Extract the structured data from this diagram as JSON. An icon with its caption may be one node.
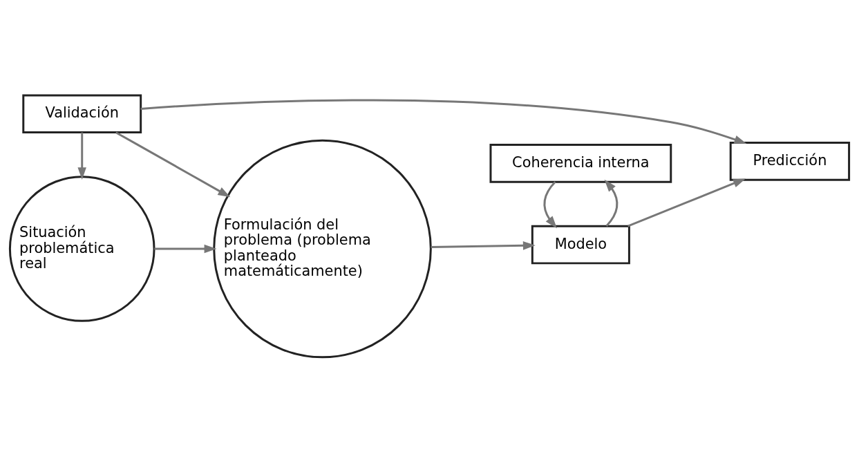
{
  "diagram": {
    "nodes": [
      {
        "text": [
          "Situación problemática real"
        ]
      },
      {
        "text": [
          "Formulación del problema (problema planteado matemáticamente)"
        ]
      },
      {
        "text": [
          "Modelo"
        ]
      },
      {
        "text": [
          "Predicción"
        ]
      },
      {
        "text": [
          "Coherencia interna"
        ]
      },
      {
        "text": [
          "Validación"
        ]
      }
    ],
    "edges": [
      {
        "from": 0,
        "to": 1,
        "arrow": "to"
      },
      {
        "from": 1,
        "to": 2,
        "arrow": "to"
      },
      {
        "from": 2,
        "to": 3,
        "arrow": "to"
      },
      {
        "from": 2,
        "to": 4,
        "arrow": "to"
      },
      {
        "from": 4,
        "to": 2,
        "arrow": "to"
      },
      {
        "from": 5,
        "to": 0,
        "arrow": "to"
      },
      {
        "from": 5,
        "to": 1,
        "arrow": "to"
      },
      {
        "from": 5,
        "to": 3,
        "arrow": "to"
      }
    ]
  }
}
